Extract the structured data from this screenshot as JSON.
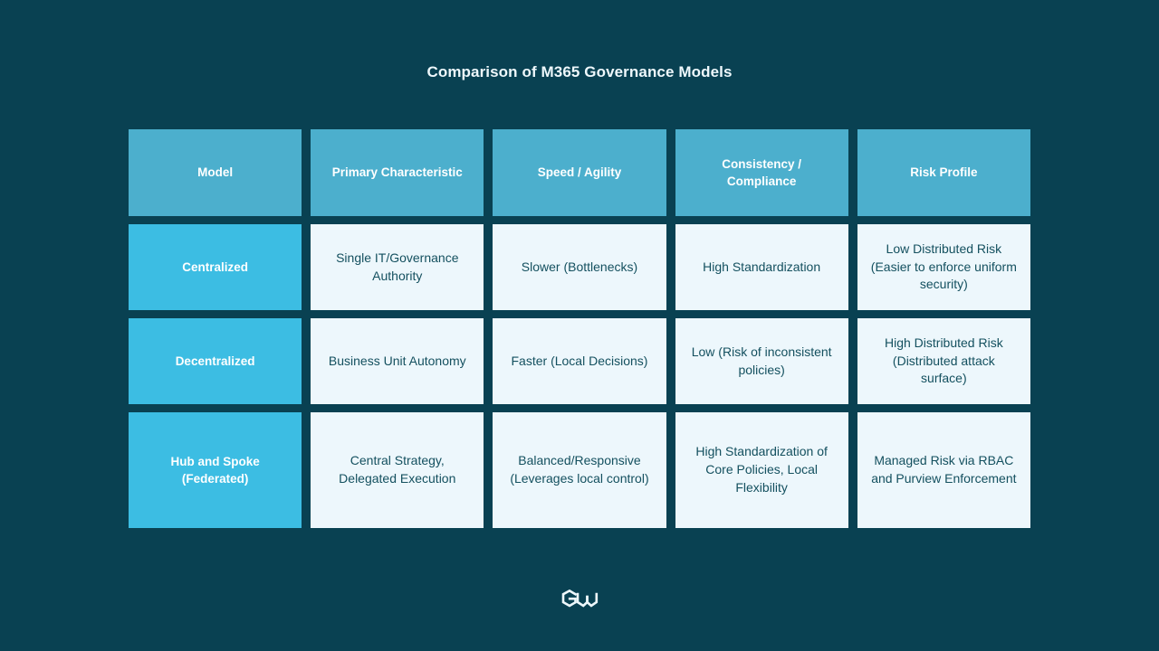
{
  "slide": {
    "title": "Comparison of M365 Governance Models",
    "background_color": "#094152",
    "header_color": "#4cafcd",
    "model_cell_color": "#3cbde3",
    "body_cell_color": "#edf7fc",
    "body_text_color": "#14505f"
  },
  "table": {
    "headers": [
      "Model",
      "Primary Characteristic",
      "Speed / Agility",
      "Consistency / Compliance",
      "Risk Profile"
    ],
    "rows": [
      {
        "model": "Centralized",
        "primary_characteristic": "Single IT/Governance Authority",
        "speed_agility": "Slower (Bottlenecks)",
        "consistency_compliance": "High Standardization",
        "risk_profile": "Low Distributed Risk (Easier to enforce uniform security)"
      },
      {
        "model": "Decentralized",
        "primary_characteristic": "Business Unit Autonomy",
        "speed_agility": "Faster (Local Decisions)",
        "consistency_compliance": "Low (Risk of inconsistent policies)",
        "risk_profile": "High Distributed Risk (Distributed attack surface)"
      },
      {
        "model": "Hub and Spoke (Federated)",
        "primary_characteristic": "Central Strategy, Delegated Execution",
        "speed_agility": "Balanced/Responsive (Leverages local control)",
        "consistency_compliance": "High Standardization of Core Policies, Local Flexibility",
        "risk_profile": "Managed Risk via RBAC and Purview Enforcement"
      }
    ]
  },
  "footer": {
    "logo_name": "gw-monogram-logo",
    "logo_color": "#eef8fc"
  }
}
